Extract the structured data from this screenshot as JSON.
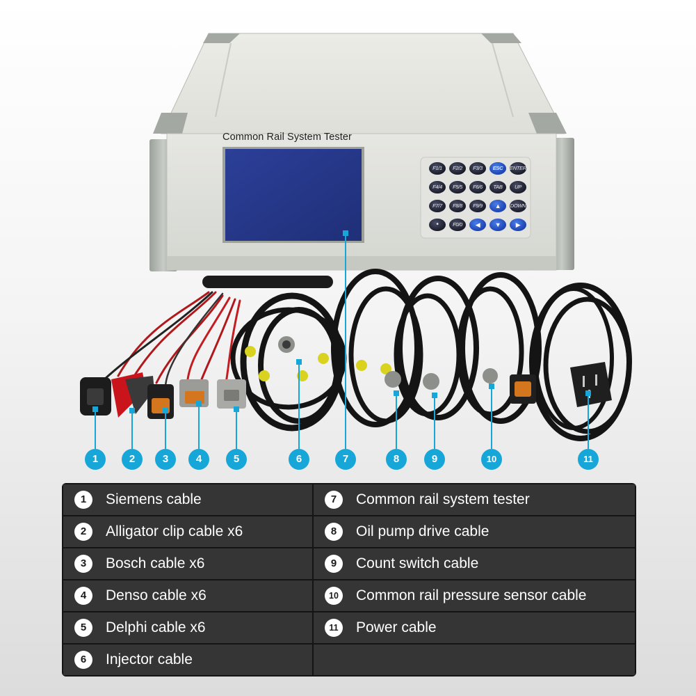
{
  "device": {
    "title": "Common Rail System Tester",
    "keypad": [
      [
        "F1/1",
        "F2/2",
        "F3/3",
        "ESC",
        "ENTER"
      ],
      [
        "F4/4",
        "F5/5",
        "F6/6",
        "TAB",
        "UP"
      ],
      [
        "F7/7",
        "F8/8",
        "F9/9",
        "▲",
        "DOWN"
      ],
      [
        "•",
        "F0/0",
        "◀",
        "▼",
        "▶"
      ]
    ]
  },
  "markers": [
    "1",
    "2",
    "3",
    "4",
    "5",
    "6",
    "7",
    "8",
    "9",
    "10",
    "11"
  ],
  "legend": {
    "left": [
      {
        "num": "1",
        "label": "Siemens cable"
      },
      {
        "num": "2",
        "label": "Alligator clip cable x6"
      },
      {
        "num": "3",
        "label": "Bosch cable x6"
      },
      {
        "num": "4",
        "label": "Denso cable x6"
      },
      {
        "num": "5",
        "label": "Delphi cable x6"
      },
      {
        "num": "6",
        "label": "Injector cable"
      }
    ],
    "right": [
      {
        "num": "7",
        "label": "Common rail system tester"
      },
      {
        "num": "8",
        "label": "Oil pump drive cable"
      },
      {
        "num": "9",
        "label": "Count switch cable"
      },
      {
        "num": "10",
        "label": "Common rail pressure sensor cable"
      },
      {
        "num": "11",
        "label": "Power cable"
      },
      {
        "num": "",
        "label": ""
      }
    ]
  },
  "colors": {
    "marker": "#17a6d8",
    "legend_row": "#353535",
    "legend_border": "#141414",
    "device_body": "#dcddd6",
    "lcd": "#273a8f"
  }
}
